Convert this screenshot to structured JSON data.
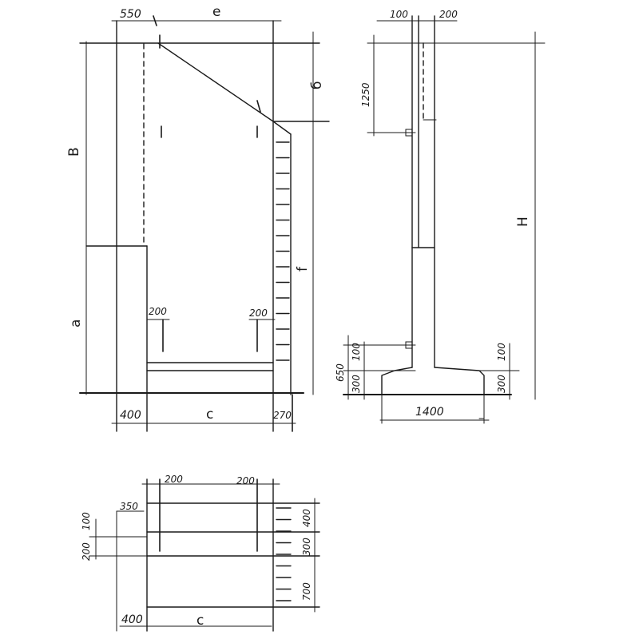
{
  "front_view": {
    "dims": {
      "top_550": "550",
      "top_e": "e",
      "left_b": "B",
      "left_a": "a",
      "right_b2": "б",
      "right_f": "f",
      "inner_200_left": "200",
      "inner_200_right": "200",
      "bottom_400": "400",
      "bottom_c": "c",
      "bottom_270": "270"
    }
  },
  "side_view": {
    "dims": {
      "top_100": "100",
      "top_200": "200",
      "left_1250": "1250",
      "right_H": "H",
      "left_650": "650",
      "left_100": "100",
      "left_300": "300",
      "right_100": "100",
      "right_300": "300",
      "bottom_1400": "1400"
    }
  },
  "plan_view": {
    "dims": {
      "top_200_left": "200",
      "top_200_right": "200",
      "left_350": "350",
      "left_100": "100",
      "left_200": "200",
      "right_400": "400",
      "right_300": "300",
      "right_700": "700",
      "bottom_400": "400",
      "bottom_c": "c"
    }
  }
}
